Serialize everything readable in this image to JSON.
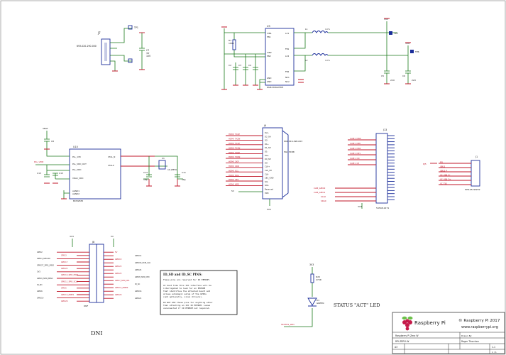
{
  "schematic": {
    "j7": {
      "ref": "J7",
      "part": "693-020-290-000"
    },
    "j7_passives": {
      "tp1": "TP1",
      "c7": "C7",
      "c7_val": "1U",
      "c7_v": "10V"
    },
    "pmic": {
      "ref": "U3",
      "part": "PAM2306AYPKE",
      "pins_left": [
        "VIN1",
        "EN1",
        "VIN2",
        "EN2",
        "GND",
        "GND"
      ],
      "pins_right": [
        "LX1",
        "FB1",
        "LX2",
        "FB2",
        "NC1",
        "NC2"
      ],
      "r1": "R1",
      "r1_val": "100K",
      "c2": "C2",
      "c3": "C3",
      "c4": "C4",
      "l1": "L1",
      "l1_val": "4.7u",
      "l2": "L2",
      "l2_val": "4.7u",
      "c5": "C5",
      "c6": "C6",
      "c_val": "22U",
      "rail_a": "3V3",
      "rail_b": "1V8",
      "tp5": "TP5",
      "tp6": "TP6"
    },
    "soc": {
      "ref": "U10",
      "part": "BCM2835",
      "pins_left": [
        "PLL_1V8",
        "PLL_VDD_OUT",
        "PLL_VDD",
        "VDAC_VDD",
        "AGND1",
        "AGND2"
      ],
      "pins_right": [
        "XTAL_N",
        "XTALP"
      ],
      "xtal": "X1",
      "xtal_val": "19.2MHz",
      "c_a": "C14",
      "c_b": "C11",
      "cval": "18p",
      "rail": "PLL_VDD",
      "vbat": "VBAT",
      "c8": "C8",
      "c13": "C13",
      "c15": "C15"
    },
    "hdmi": {
      "ref": "J4",
      "part": "692-019-298-003",
      "sub": "Mini HDMI",
      "nets": [
        "HDMI_TX2P",
        "HDMI_TX2N",
        "HDMI_TX1P",
        "HDMI_TX1N",
        "HDMI_TX0P",
        "HDMI_TX0N",
        "HDMI_CKP",
        "HDMI_CKN",
        "HDMI_SCL",
        "HDMI_SDA",
        "HDMI_CEC",
        "HDMI_HPD"
      ],
      "pins": [
        "D2+",
        "D2_SH",
        "D2-",
        "D1+",
        "D1_SH",
        "D1-",
        "D0+",
        "D0_SH",
        "D0-",
        "CLK+",
        "CLK_SH",
        "CLK-",
        "CEC_GND",
        "SCL",
        "SDA",
        "Reserved",
        "HPD"
      ],
      "v5": "5V",
      "rail": "5V5"
    },
    "camera": {
      "ref": "J13",
      "part": "54548-2271",
      "nets": [
        "CAM1_DN0",
        "CAM1_DP0",
        "CAM1_DN1",
        "CAM1_DP1",
        "CAM1_CN",
        "CAM1_CP"
      ],
      "left_nets": [
        "CAM_GPIO0",
        "CAM_GPIO1",
        "SCL0",
        "SDA0"
      ],
      "rail": "3V3"
    },
    "usb": {
      "ref": "J1",
      "part": "MH10519WH2",
      "nets": [
        "PJ5",
        "VBUS_",
        "VBUS_P",
        "VC_USB_D-",
        "VC_USB_D+",
        "VC_TSK"
      ],
      "left": "PJ5"
    },
    "gpio": {
      "ref": "J8",
      "dnf": "DNF",
      "left_nets": [
        "GPIO2",
        "GPIO3",
        "GPIO4_GPCLK0",
        "GPIO17",
        "GPIO27_SPIO_MISO",
        "GPIO22",
        "3V3",
        "GPIO10_SPIO_MOSI",
        "GPIO9_SPIO_MISO",
        "GPIO11_SPIO_SCLK",
        "ID_SD",
        "GPIO5",
        "GPIO6",
        "GPIO13_PWM1",
        "GPIO19",
        "GPIO26"
      ],
      "right_nets": [
        "5V",
        "GPIO14",
        "GPIO15",
        "GPIO18_PCM_CLK",
        "GPIO23",
        "GPIO24",
        "GPIO25",
        "GPIO8_SPI0_CE0",
        "GPIO7_SPI0_CE1",
        "ID_SC",
        "GPIO12_PWM0",
        "GPIO16",
        "GPIO20",
        "GPIO21"
      ],
      "rails": [
        "3V3",
        "5V"
      ]
    },
    "note": {
      "title": "ID_SD and ID_SC PINS:",
      "body": [
        "These pins are reserved for ID EEPROM.",
        "",
        "At boot time this I2C interface will be",
        "interrogated to look for an EEPROM",
        "that identifies the attached board and",
        "allows automagic setup of the GPIOs",
        "(and optionally, Linux drivers).",
        "",
        "DO NOT USE these pins for anything other",
        "than attaching an I2C ID EEPROM. Leave",
        "unconnected if ID EEPROM not required."
      ]
    },
    "led": {
      "rail": "3V3",
      "r": "R20",
      "r_val": "470R",
      "d": "D1",
      "d_part": "GREEN",
      "status_net": "STATUS_LED",
      "caption": "STATUS \"ACT\" LED"
    },
    "dni_label": "DNI"
  },
  "title_block": {
    "copyright": "© Raspberry Pi 2017",
    "url": "www.raspberrypi.org",
    "brand": "Raspberry Pi",
    "project": "Raspberry Pi Zero W",
    "drawn_by_label": "Drawn By",
    "drawn_by": "Roger Thornton",
    "doc_no": "RPI-ZERO-W",
    "size": "A3",
    "rev": "1.1",
    "sheet": "1 / 1",
    "colors": {
      "raspberry": "#c51a4a",
      "leaf": "#6cc04a"
    }
  }
}
